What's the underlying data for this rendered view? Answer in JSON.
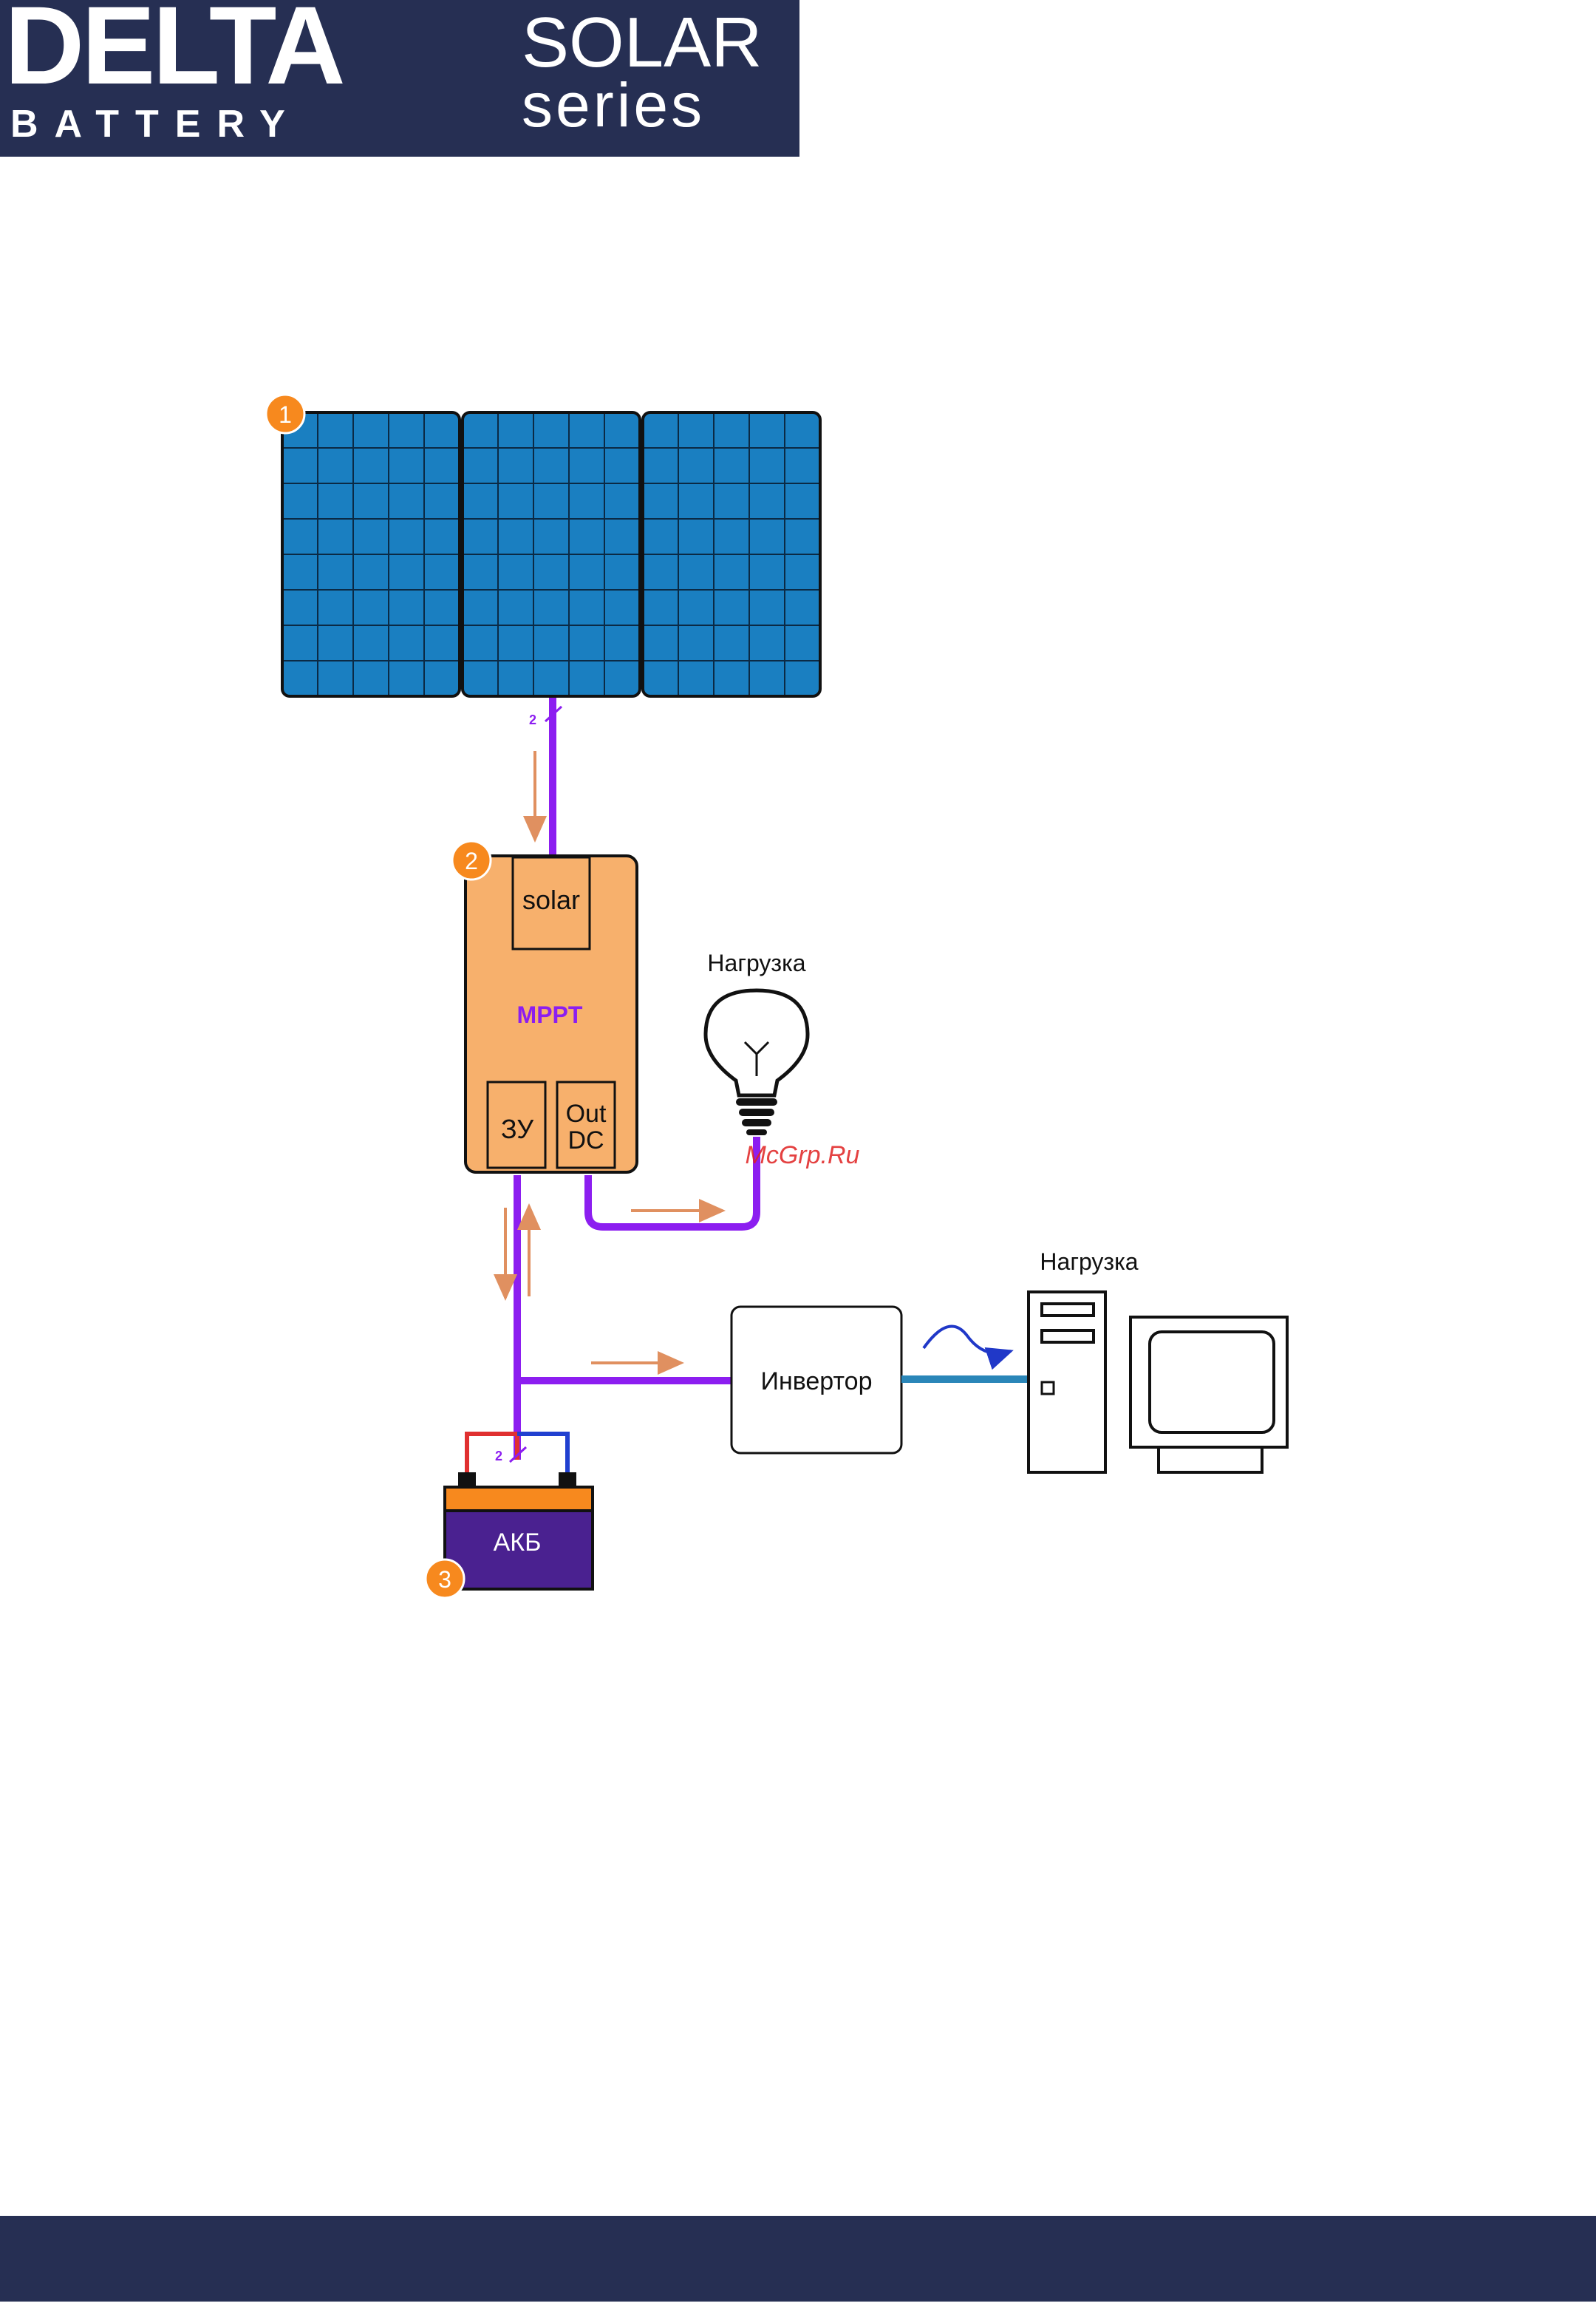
{
  "header": {
    "brand_name": "DELTA",
    "brand_sub": "BATTERY",
    "series_line1": "SOLAR",
    "series_line2": "series"
  },
  "diagram": {
    "badges": [
      "1",
      "2",
      "3"
    ],
    "controller": {
      "input_label": "solar",
      "title": "MPPT",
      "charger_label": "ЗУ",
      "out_label_line1": "Out",
      "out_label_line2": "DC"
    },
    "cable_count_top": "2",
    "cable_count_bottom": "2",
    "load_dc_label": "Нагрузка",
    "watermark": "McGrp.Ru",
    "inverter_label": "Инвертор",
    "load_ac_label": "Нагрузка",
    "battery_label": "АКБ",
    "colors": {
      "panel": "#1a7fc1",
      "wire_dc": "#8c1ef0",
      "controller": "#f7b06c",
      "badge": "#f7891e",
      "arrow": "#e09060",
      "ac_line": "#2a86b8",
      "battery_body": "#4a2190",
      "header_bg": "#262f53"
    }
  }
}
